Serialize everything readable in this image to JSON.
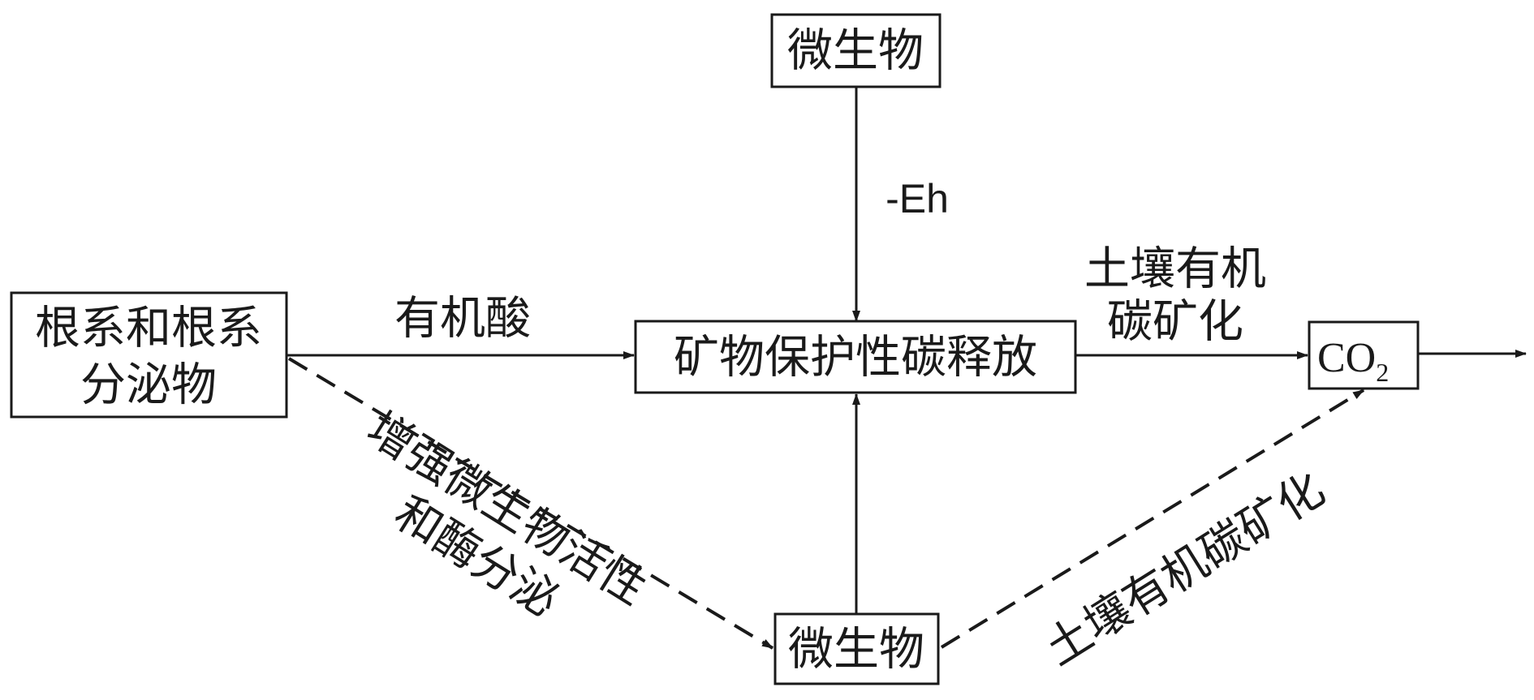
{
  "nodes": {
    "microbe_top": "微生物",
    "root_exudates": [
      "根系和根系",
      "分泌物"
    ],
    "mineral_carbon_release": "矿物保护性碳释放",
    "co2": {
      "base": "CO",
      "subscript": "2"
    },
    "microbe_bottom": "微生物"
  },
  "edges": {
    "eh_label": "-Eh",
    "organic_acid_label": "有机酸",
    "soc_mineralization_right": [
      "土壤有机",
      "碳矿化"
    ],
    "enhance_microbial_label": [
      "增强微生物活性",
      "和酶分泌"
    ],
    "soc_mineralization_diagonal": "土壤有机碳矿化"
  },
  "colors": {
    "ink": "#1a1a1a",
    "background": "#ffffff"
  }
}
